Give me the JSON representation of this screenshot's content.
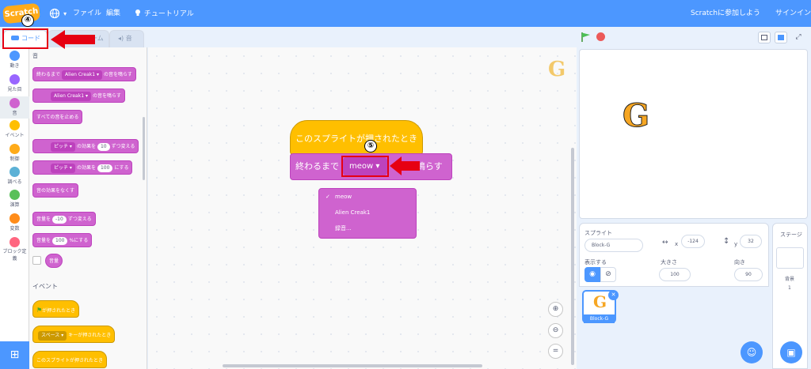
{
  "topbar": {
    "logo": "Scratch",
    "globe_caret": "▾",
    "file": "ファイル",
    "edit": "編集",
    "tutorials": "チュートリアル",
    "join": "Scratchに参加しよう",
    "signin": "サインイン"
  },
  "tabs": {
    "code": "コード",
    "costumes": "コスチューム",
    "costumes_visible": "チューム",
    "sounds": "音"
  },
  "categories": [
    {
      "label": "動き",
      "color": "#4c97ff"
    },
    {
      "label": "見た目",
      "color": "#9966ff"
    },
    {
      "label": "音",
      "color": "#cf63cf"
    },
    {
      "label": "イベント",
      "color": "#ffbf00"
    },
    {
      "label": "制御",
      "color": "#ffab19"
    },
    {
      "label": "調べる",
      "color": "#5cb1d6"
    },
    {
      "label": "演算",
      "color": "#59c059"
    },
    {
      "label": "変数",
      "color": "#ff8c1a"
    },
    {
      "label": "ブロック定義",
      "color": "#ff6680"
    }
  ],
  "palette": {
    "sound_heading": "音",
    "b1_pre": "終わるまで",
    "b1_sound": "Alien Creak1",
    "b1_post": "の音を鳴らす",
    "b2_sound": "Alien Creak1",
    "b2_post": "の音を鳴らす",
    "b3": "すべての音を止める",
    "b4_effect": "ピッチ",
    "b4_mid": "の効果を",
    "b4_val": "10",
    "b4_post": "ずつ変える",
    "b5_effect": "ピッチ",
    "b5_mid": "の効果を",
    "b5_val": "100",
    "b5_post": "にする",
    "b6": "音の効果をなくす",
    "b7_pre": "音量を",
    "b7_val": "-10",
    "b7_post": "ずつ変える",
    "b8_pre": "音量を",
    "b8_val": "100",
    "b8_post": "%にする",
    "b9": "音量",
    "event_heading": "イベント",
    "e1": "が押されたとき",
    "e2_key": "スペース",
    "e2_post": "キーが押されたとき",
    "e3": "このスプライトが押されたとき"
  },
  "workspace": {
    "hat_label": "このスプライトが押されたとき",
    "sound_pre": "終わるまで",
    "sound_selected": "meow",
    "sound_post": "を鳴らす",
    "menu_options": [
      "meow",
      "Alien Creak1",
      "録音..."
    ],
    "menu_check": "✓",
    "corner_sprite": "G"
  },
  "annotations": {
    "step4": "④",
    "step5": "⑤"
  },
  "sprite_info": {
    "sprite_label": "スプライト",
    "sprite_name": "Block-G",
    "x_label": "x",
    "x_value": "-124",
    "y_label": "y",
    "y_value": "32",
    "show_label": "表示する",
    "size_label": "大きさ",
    "size_value": "100",
    "direction_label": "向き",
    "direction_value": "90",
    "thumb_name": "Block-G",
    "thumb_glyph": "G"
  },
  "stage_pane": {
    "title": "ステージ",
    "backdrops_label": "背景",
    "backdrops_count": "1"
  },
  "stage_sprite": "G",
  "colors": {
    "scratch_blue": "#4c97ff",
    "sound_block": "#cf63cf",
    "event_block": "#ffbf00",
    "annotation_red": "#e60012"
  }
}
